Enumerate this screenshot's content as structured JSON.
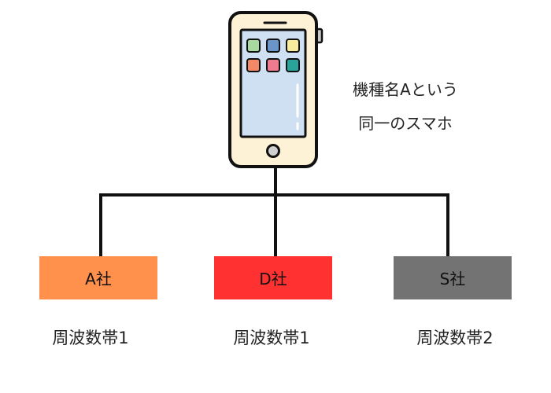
{
  "phone": {
    "caption_line1": "機種名Aという",
    "caption_line2": "同一のスマホ",
    "body_color": "#fdf1d6",
    "screen_color": "#cfe0f3",
    "app_colors": [
      "#a7d9a0",
      "#6b94c9",
      "#f8ec9c",
      "#f28866",
      "#ee7b8f",
      "#2aa39a"
    ]
  },
  "carriers": [
    {
      "label": "A社",
      "color": "#ff914d",
      "band": "周波数帯1"
    },
    {
      "label": "D社",
      "color": "#ff3131",
      "band": "周波数帯1"
    },
    {
      "label": "S社",
      "color": "#737373",
      "band": "周波数帯2"
    }
  ]
}
